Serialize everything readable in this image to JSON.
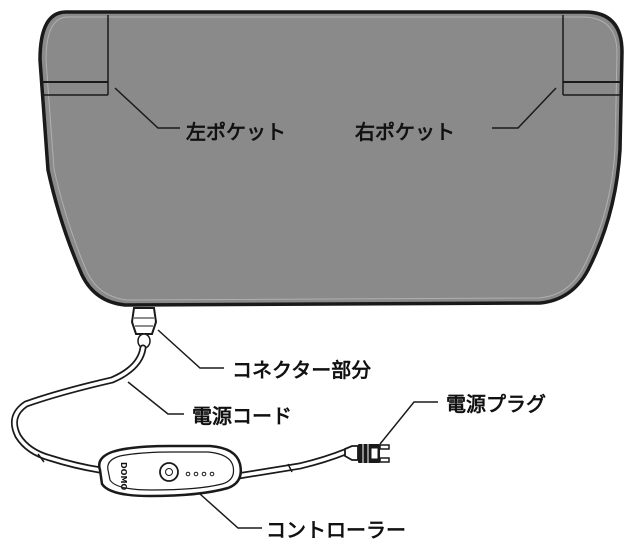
{
  "labels": {
    "left_pocket": "左ポケット",
    "right_pocket": "右ポケット",
    "connector": "コネクター部分",
    "power_cord": "電源コード",
    "power_plug": "電源プラグ",
    "controller": "コントローラー"
  },
  "controller_brand": "DOMO",
  "colors": {
    "pad_fill": "#8a8a8a",
    "pad_stroke": "#1a1a1a",
    "line": "#1a1a1a",
    "background": "#ffffff"
  }
}
